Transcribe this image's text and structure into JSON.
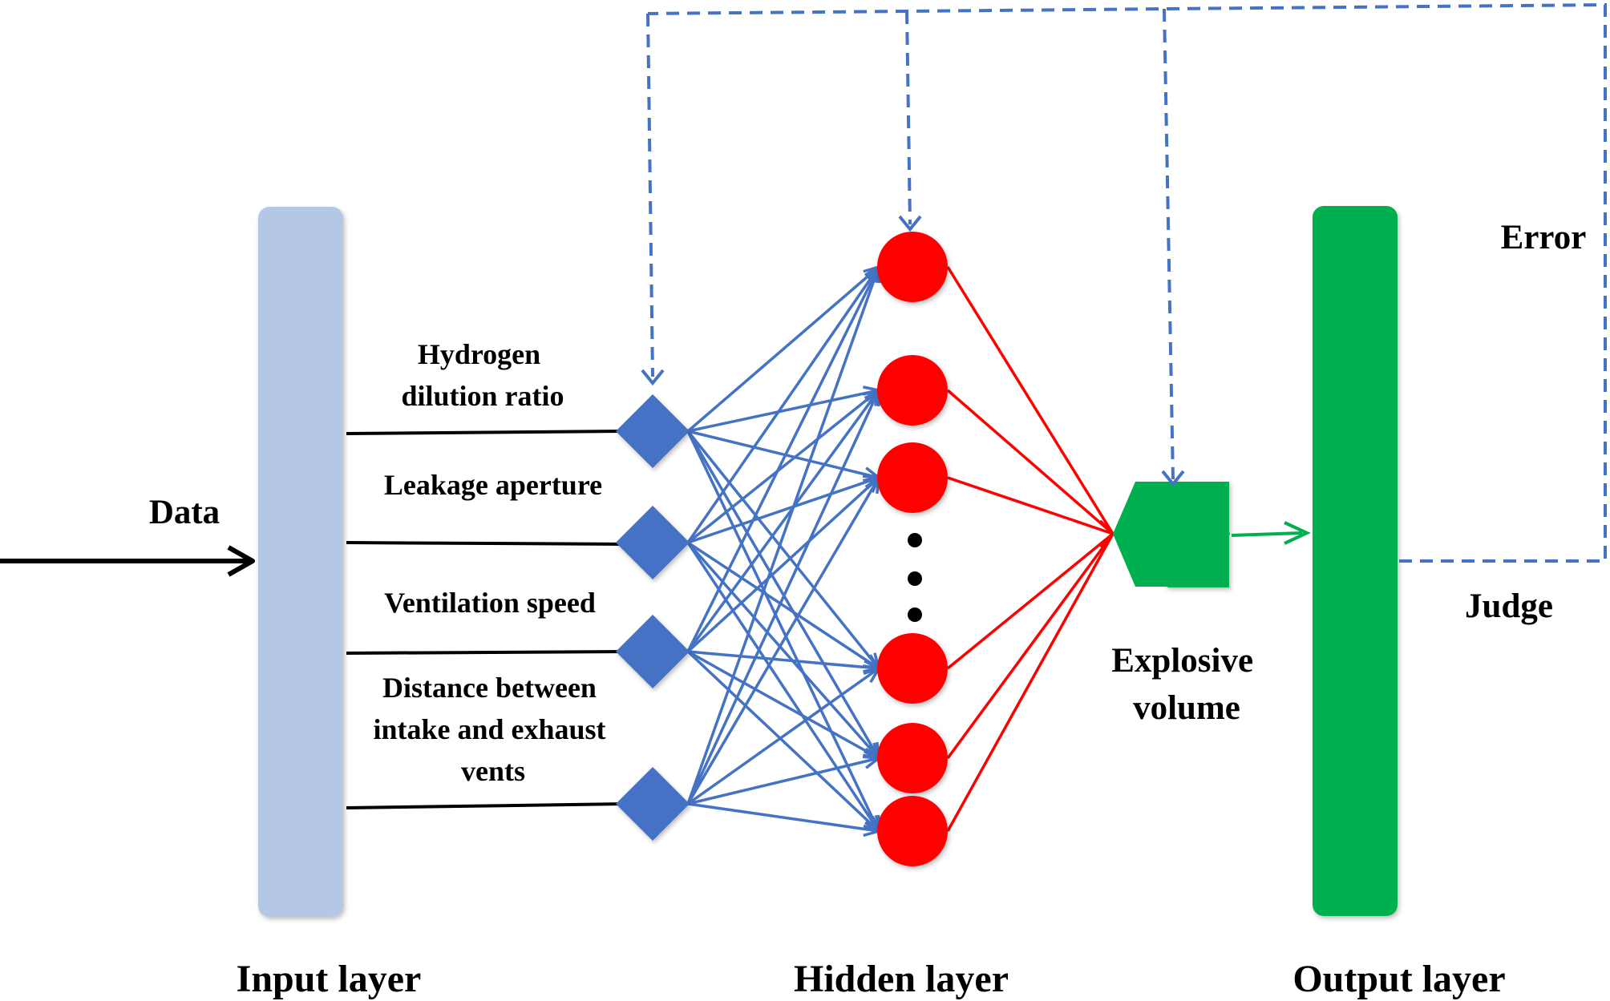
{
  "labels": {
    "data": "Data",
    "error": "Error",
    "judge": "Judge",
    "explosive_line1": "Explosive",
    "explosive_line2": "volume",
    "input_layer": "Input layer",
    "hidden_layer": "Hidden layer",
    "output_layer": "Output layer"
  },
  "inputs": [
    {
      "lines": [
        "Hydrogen",
        "dilution ratio"
      ]
    },
    {
      "lines": [
        "Leakage aperture"
      ]
    },
    {
      "lines": [
        "Ventilation speed"
      ]
    },
    {
      "lines": [
        "Distance between",
        "intake and exhaust",
        "vents"
      ]
    }
  ],
  "hidden_node_count": 6,
  "colors": {
    "input_bar": "#b4c7e7",
    "output_bar": "#00b050",
    "input_node": "#4472c4",
    "hidden_node": "#ff0000",
    "output_node": "#00b050",
    "input_links": "#4472c4",
    "hidden_links": "#ff0000",
    "feedback": "#4472c4"
  }
}
